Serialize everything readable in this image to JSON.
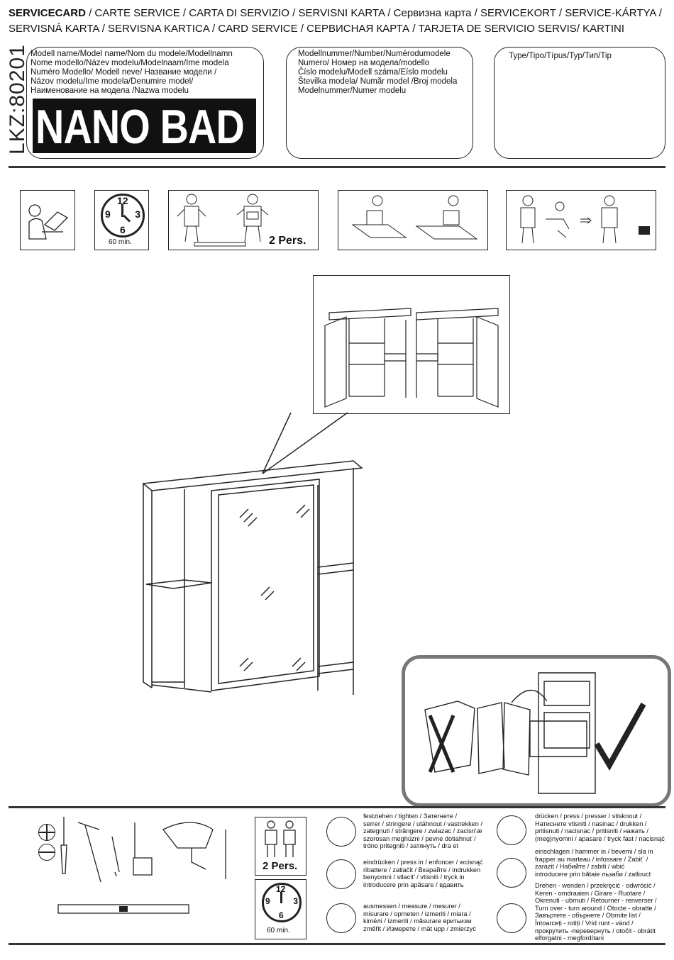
{
  "header": {
    "line1_bold": "SERVICECARD",
    "line1_rest": " / CARTE SERVICE / CARTA DI SERVIZIO / SERVISNI KARTA / Сервизна карта / SERVICEKORT / SERVICE-KÁRTYA /",
    "line2": "SERVISNÁ KARTA / SERVISNA KARTICA / CARD SERVICE / СЕРВИСНАЯ КАРТА / TARJETA DE SERVICIO SERVIS/ KARTINI"
  },
  "lkz": "LKZ:80201",
  "model_box": {
    "label": "Modell name/Model name/Nom du modele/Modellnamn\n Nome modello/Název modelu/Modelnaam/Ime modela\n Numéro Modello/ Modell neve/   Название модели /\n Názov modelu/Ime modela/Denumire model/\n Наименование на модела /Nazwa modelu",
    "name": "NANO BAD"
  },
  "number_box": {
    "label": "Modellnummer/Number/Numérodumodele\nNumero/   Номер на модела/modello\nČíslo modelu/Modell száma/Eíslo modelu\nŠtevilka modela/  Număr model /Broj modela\nModelnummer/Numer modelu"
  },
  "type_box": {
    "label": "Type/Tipo/Típus/Typ/Тип/Tip"
  },
  "steps": {
    "time": "60 min.",
    "persons": "2 Pers.",
    "clock_12": "12",
    "clock_3": "3",
    "clock_6": "6",
    "clock_9": "9"
  },
  "bottom": {
    "persons": "2 Pers.",
    "time": "60 min.",
    "clock_12": "12",
    "clock_3": "3",
    "clock_6": "6",
    "clock_9": "9"
  },
  "legend": {
    "tighten": "festziehen / tighten / Затегнете /\nserrer / stringere / utáhnout / vastrekken /\nzategnuti / strângere / zwiazac / zacisn'æ\nszorosan meghúzni / pevne dotiahnuť /\ntrdno pritegniti / затянуть / dra et",
    "press": "eindrücken / press in / enfoncer / wcisnąć\nribattere / zatlačit / Вкарайте / indrukken\nbenyomni / stlacit' / vtisniti / tryck in\nintroducere prin apăsare / вдавить",
    "measure": "ausmessen / measure / mesurer /\nmisurare / opmeten / izmeriti / miara /\nkiméлi / izmeriti / măsurare вритьизм\nzměřit / Измерете / mät upp / zmierzyć",
    "press_hand": "drücken / press / presser / stisknout /\nНатиснете vtisniti / nasinac / drukken /\npritisnuti / nacisnac / pritisniti / нажать /\n(meg)nyomni / apasare / tryck fast / nacisnąć",
    "hammer": "einschlagen / hammer in / bevemi / sla in\nfrapper au marteau / infossare / Zabit´ /\nzarazit / Набийте / zabiti / wbić\nintroducere prin bătaie льзаби  / zatlouct",
    "turn": "Drehen - wenden / przekręcić - odwrócić /\nKeren - omdraaien / Girare - Ruotare /\nOkrenuti - ubrnuti / Retourner - renverser /\nTurn over - turn around / Otocte - obratte /\nЗавъртете - обърнете / Obrnite list /\nÎntoarceți - rotiți / Vrid runt - vänd /\nпрокрутить -перевернуть  / otočit - obrátit\nelforgatni - megfordítani"
  }
}
